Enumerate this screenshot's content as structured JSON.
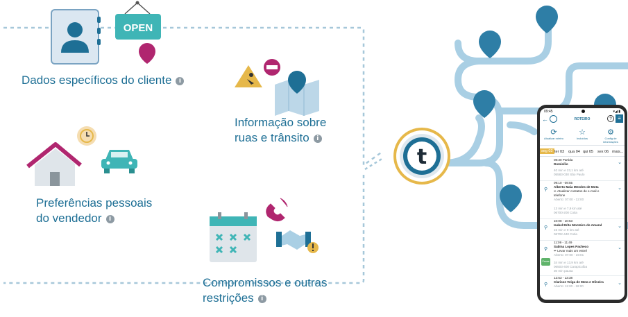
{
  "labels": {
    "dados": "Dados específicos do cliente",
    "info_line1": "Informação sobre",
    "info_line2": "ruas e trânsito",
    "pref_line1": "Preferências pessoais",
    "pref_line2": "do vendedor",
    "comp_line1": "Compromissos e outras",
    "comp_line2": "restrições",
    "info_glyph": "i"
  },
  "signs": {
    "open": "OPEN"
  },
  "logo": {
    "letter": "t"
  },
  "colors": {
    "blue": "#1e6f95",
    "pin": "#2e7ea6",
    "road": "#a9cfe4",
    "magenta": "#b0266f",
    "teal": "#3fb5b6",
    "gold": "#e6b84a",
    "dash": "#a6c7d9"
  },
  "phone": {
    "status_time": "09:45",
    "status_right": "▾◢ ▮",
    "title": "ROTEIRO",
    "help_icon": "?",
    "actions": [
      {
        "icon": "refresh-icon",
        "glyph": "⟳",
        "label": "Atualizar roteiro"
      },
      {
        "icon": "star-icon",
        "glyph": "☆",
        "label": "Incluídos"
      },
      {
        "icon": "settings-icon",
        "glyph": "⚙",
        "label": "Config de informações"
      }
    ],
    "days": [
      "seg 02",
      "ter 03",
      "qua 04",
      "qui 05",
      "sex 06",
      "mais..."
    ],
    "items": [
      {
        "time": "08:30 Partida",
        "name": "Domicílio",
        "detail": "",
        "sub": "",
        "grey": ""
      },
      {
        "time": "",
        "name": "",
        "detail": "",
        "sub": "",
        "grey": "40 min e 23,1 km até"
      },
      {
        "time": "",
        "name": "",
        "detail": "",
        "sub": "",
        "grey": "05583-030 São Paulo"
      },
      {
        "time": "09:10 - 09:55",
        "name": "Alberto Maia Mendes de Mota",
        "detail": "✏ Atualizar contatos de e-mail e",
        "sub": "telefone",
        "grey": "Aberto: 07:00 - 12:00"
      },
      {
        "time": "",
        "name": "",
        "detail": "",
        "sub": "",
        "grey": "13 min e 7,9 km até"
      },
      {
        "time": "",
        "name": "",
        "detail": "",
        "sub": "",
        "grey": "06700-200 Cotia"
      },
      {
        "time": "10:08 - 10:53",
        "name": "Isabel Brito Monteiro do Amaral",
        "detail": "",
        "sub": "",
        "grey": ""
      },
      {
        "time": "",
        "name": "",
        "detail": "",
        "sub": "",
        "grey": "15 min e 9 km até"
      },
      {
        "time": "",
        "name": "",
        "detail": "",
        "sub": "",
        "grey": "06702-440 Cotia"
      },
      {
        "time": "11:09 - 11:49",
        "name": "Sabina Lopes Pacheco",
        "detail": "✏ Levar mais um estrel",
        "sub": "",
        "grey": "Aberto: 07:00 - 19:01"
      },
      {
        "time": "",
        "name": "",
        "detail": "",
        "sub": "",
        "grey": "34 min e 13,9 km até"
      },
      {
        "time": "",
        "name": "",
        "detail": "",
        "sub": "",
        "grey": "06503-400 Carapicuíba"
      },
      {
        "time": "",
        "name": "",
        "detail": "",
        "sub": "",
        "grey": "30 min pausa"
      },
      {
        "time": "12:53 - 13:38",
        "name": "Clarisse Veiga de Mota e Oliveira",
        "detail": "",
        "sub": "",
        "grey": "Aberto: 11:00 - 18:00"
      }
    ],
    "side_badge": "Pausa"
  }
}
